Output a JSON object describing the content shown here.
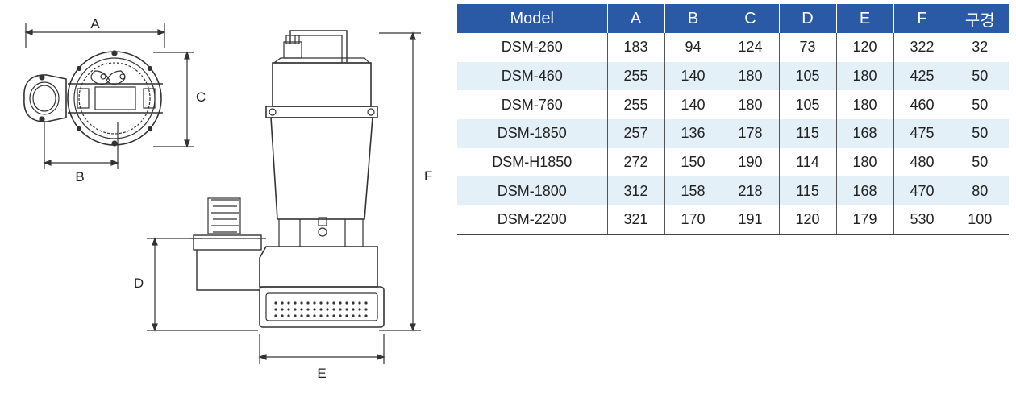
{
  "diagram": {
    "dimension_labels": {
      "A": "A",
      "B": "B",
      "C": "C",
      "D": "D",
      "E": "E",
      "F": "F"
    }
  },
  "table": {
    "header_color": "#2a5aa6",
    "stripe_color": "#e4f0f8",
    "columns": [
      "Model",
      "A",
      "B",
      "C",
      "D",
      "E",
      "F",
      "구경"
    ],
    "rows": [
      [
        "DSM-260",
        "183",
        "94",
        "124",
        "73",
        "120",
        "322",
        "32"
      ],
      [
        "DSM-460",
        "255",
        "140",
        "180",
        "105",
        "180",
        "425",
        "50"
      ],
      [
        "DSM-760",
        "255",
        "140",
        "180",
        "105",
        "180",
        "460",
        "50"
      ],
      [
        "DSM-1850",
        "257",
        "136",
        "178",
        "115",
        "168",
        "475",
        "50"
      ],
      [
        "DSM-H1850",
        "272",
        "150",
        "190",
        "114",
        "180",
        "480",
        "50"
      ],
      [
        "DSM-1800",
        "312",
        "158",
        "218",
        "115",
        "168",
        "470",
        "80"
      ],
      [
        "DSM-2200",
        "321",
        "170",
        "191",
        "120",
        "179",
        "530",
        "100"
      ]
    ]
  }
}
